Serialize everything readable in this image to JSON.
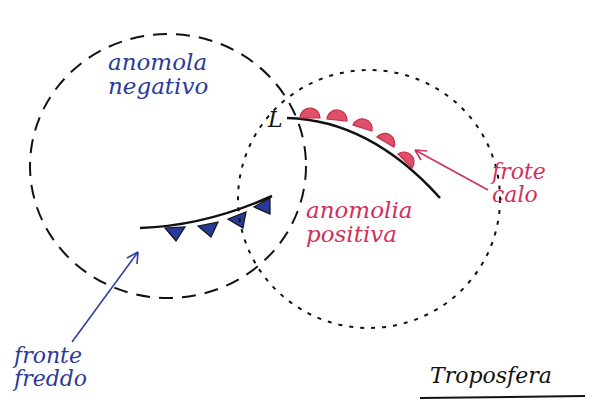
{
  "diagram": {
    "nodes": [
      {
        "text": [
          "anomola negativo"
        ]
      },
      {
        "text": [
          "anomolia positiva"
        ]
      }
    ],
    "labels": [
      "L",
      "frote calo",
      "fronte freddo",
      "Troposfera"
    ]
  }
}
